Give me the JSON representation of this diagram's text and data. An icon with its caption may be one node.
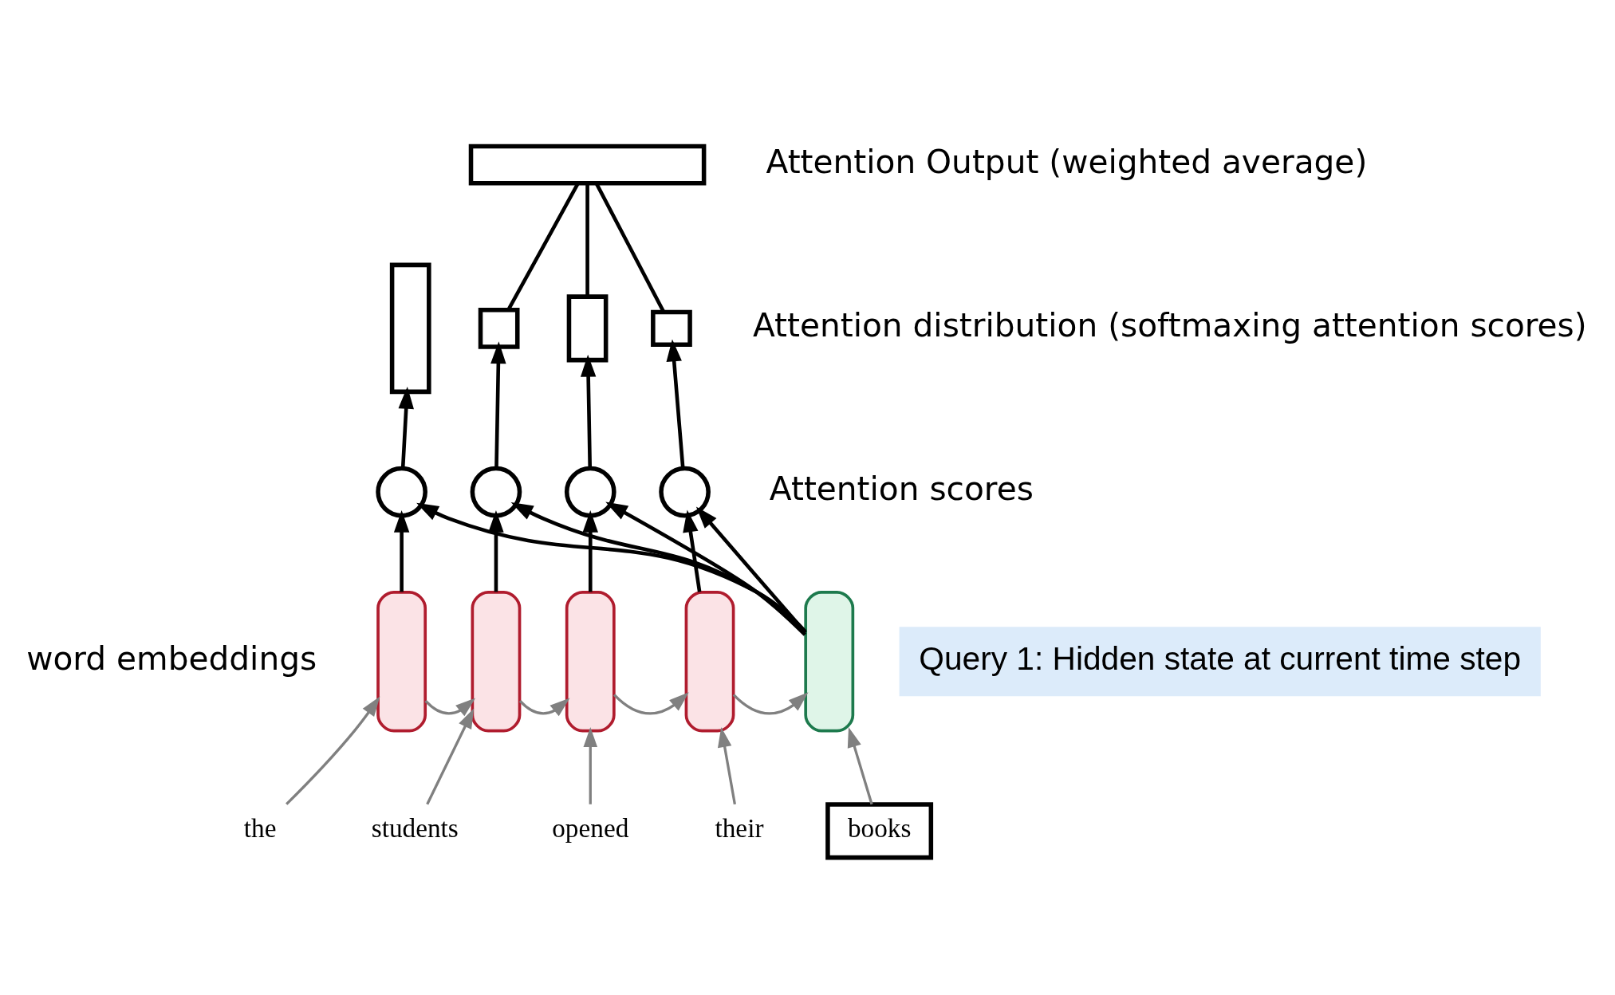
{
  "diagram": {
    "nodes": [
      {
        "text": [],
        "shape": "box"
      },
      {
        "text": [],
        "shape": "box"
      },
      {
        "text": [],
        "shape": "box"
      },
      {
        "text": [],
        "shape": "box"
      },
      {
        "text": [],
        "shape": "box"
      },
      {
        "text": [
          "Query 1: Hidden state at current time step"
        ]
      },
      {
        "text": [
          "the"
        ]
      },
      {
        "text": [
          "students"
        ]
      },
      {
        "text": [
          "opened"
        ]
      },
      {
        "text": [
          "their"
        ]
      },
      {
        "text": [
          "books"
        ]
      },
      {
        "text": [],
        "shape": "circle"
      },
      {
        "text": [],
        "shape": "circle"
      },
      {
        "text": [],
        "shape": "circle"
      },
      {
        "text": [],
        "shape": "circle"
      },
      {
        "text": [],
        "shape": "bar"
      },
      {
        "text": [],
        "shape": "bar"
      },
      {
        "text": [],
        "shape": "bar"
      },
      {
        "text": [],
        "shape": "bar"
      },
      {
        "text": [],
        "shape": "box"
      }
    ],
    "edges": [
      {
        "from": 6,
        "to": 0,
        "arrow": "to",
        "color": "#808080"
      },
      {
        "from": 7,
        "to": 1,
        "arrow": "to",
        "color": "#808080"
      },
      {
        "from": 8,
        "to": 2,
        "arrow": "to",
        "color": "#808080"
      },
      {
        "from": 9,
        "to": 3,
        "arrow": "to",
        "color": "#808080"
      },
      {
        "from": 10,
        "to": 4,
        "arrow": "to",
        "color": "#808080"
      },
      {
        "from": 0,
        "to": 1,
        "arrow": "to",
        "color": "#808080"
      },
      {
        "from": 1,
        "to": 2,
        "arrow": "to",
        "color": "#808080"
      },
      {
        "from": 2,
        "to": 3,
        "arrow": "to",
        "color": "#808080"
      },
      {
        "from": 3,
        "to": 4,
        "arrow": "to",
        "color": "#808080"
      },
      {
        "from": 0,
        "to": 11,
        "arrow": "to"
      },
      {
        "from": 1,
        "to": 12,
        "arrow": "to"
      },
      {
        "from": 2,
        "to": 13,
        "arrow": "to"
      },
      {
        "from": 3,
        "to": 14,
        "arrow": "to"
      },
      {
        "from": 4,
        "to": 11,
        "arrow": "to"
      },
      {
        "from": 4,
        "to": 12,
        "arrow": "to"
      },
      {
        "from": 4,
        "to": 13,
        "arrow": "to"
      },
      {
        "from": 4,
        "to": 14,
        "arrow": "to"
      },
      {
        "from": 11,
        "to": 15,
        "arrow": "to"
      },
      {
        "from": 12,
        "to": 16,
        "arrow": "to"
      },
      {
        "from": 13,
        "to": 17,
        "arrow": "to"
      },
      {
        "from": 14,
        "to": 18,
        "arrow": "to"
      },
      {
        "from": 16,
        "to": 19,
        "arrow": "none"
      },
      {
        "from": 17,
        "to": 19,
        "arrow": "none"
      },
      {
        "from": 18,
        "to": 19,
        "arrow": "none"
      }
    ],
    "labels": [
      "Attention Output (weighted average)",
      "Attention distribution (softmaxing attention scores)",
      "Attention scores",
      "word embeddings"
    ]
  }
}
